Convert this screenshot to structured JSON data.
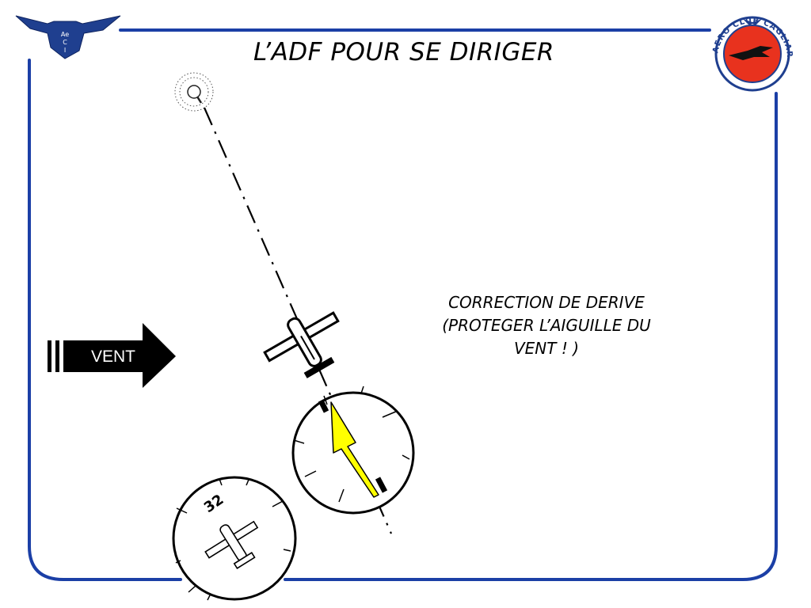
{
  "slide": {
    "title": "L’ADF POUR SE DIRIGER",
    "note_lines": [
      "CORRECTION DE DERIVE",
      "(PROTEGER L’AIGUILLE DU",
      "VENT ! )"
    ],
    "wind_label": "VENT",
    "heading_number": "32"
  },
  "logos": {
    "left_letters": [
      "Ae",
      "C",
      "I"
    ],
    "right_ring_text": "AERO CLUB CAGLIARI"
  },
  "colors": {
    "frame": "#1b3fa6",
    "logo_blue": "#1f3f8f",
    "needle": "#ffff00",
    "logo_red": "#e8321e"
  },
  "icons": {
    "beacon": "ndb-beacon-icon",
    "aircraft": "aircraft-icon",
    "wind": "wind-arrow-icon"
  }
}
